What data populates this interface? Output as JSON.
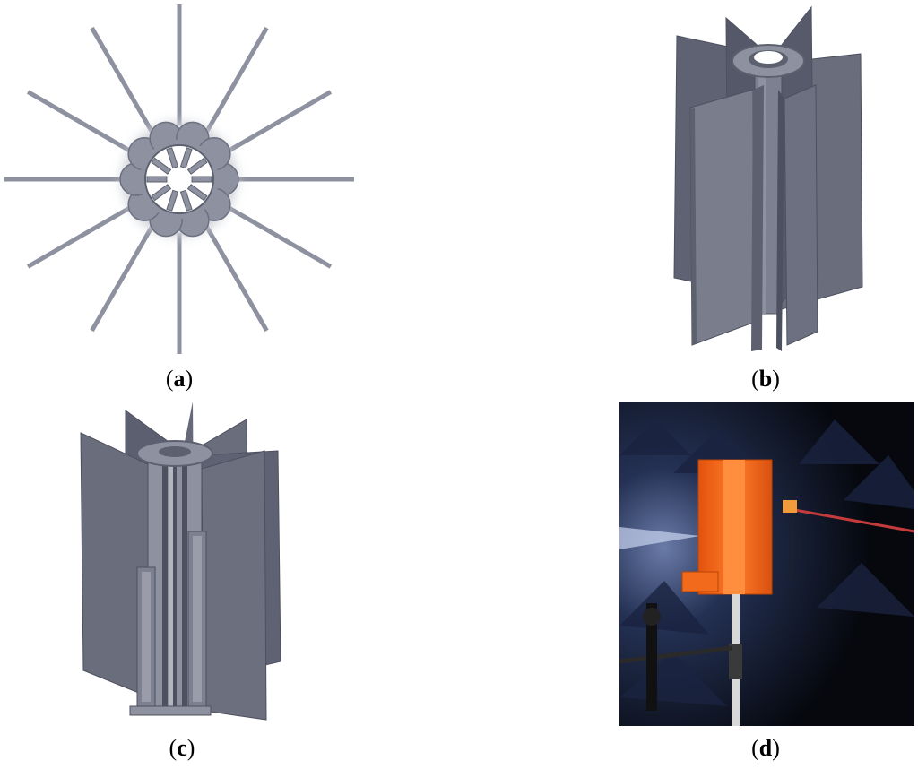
{
  "figure": {
    "panels": [
      {
        "id": "a",
        "caption_open": "(",
        "caption_letter": "a",
        "caption_close": ")"
      },
      {
        "id": "b",
        "caption_open": "(",
        "caption_letter": "b",
        "caption_close": ")"
      },
      {
        "id": "c",
        "caption_open": "(",
        "caption_letter": "c",
        "caption_close": ")"
      },
      {
        "id": "d",
        "caption_open": "(",
        "caption_letter": "d",
        "caption_close": ")"
      }
    ]
  },
  "colors": {
    "metal_light": "#8e919f",
    "metal_mid": "#6c6f7e",
    "metal_dark": "#4d505e",
    "print_orange": "#f26a1b",
    "chamber_dark": "#0e121c"
  }
}
